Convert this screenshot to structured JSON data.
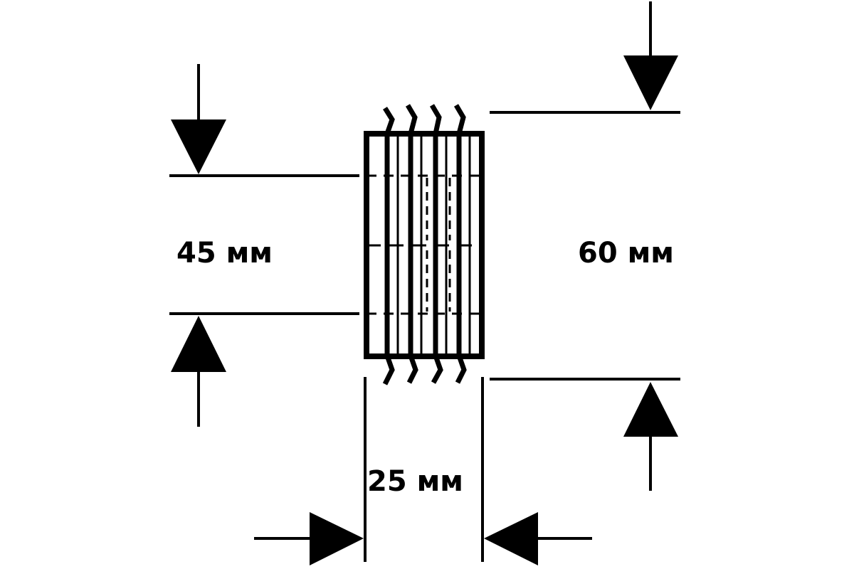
{
  "dimensions": {
    "inner_diameter": {
      "label": "45 мм"
    },
    "outer_diameter": {
      "label": "60 мм"
    },
    "width": {
      "label": "25 мм"
    }
  },
  "colors": {
    "line": "#000000",
    "background": "#ffffff"
  },
  "icons": {
    "arrowheads": "solid-triangle"
  }
}
